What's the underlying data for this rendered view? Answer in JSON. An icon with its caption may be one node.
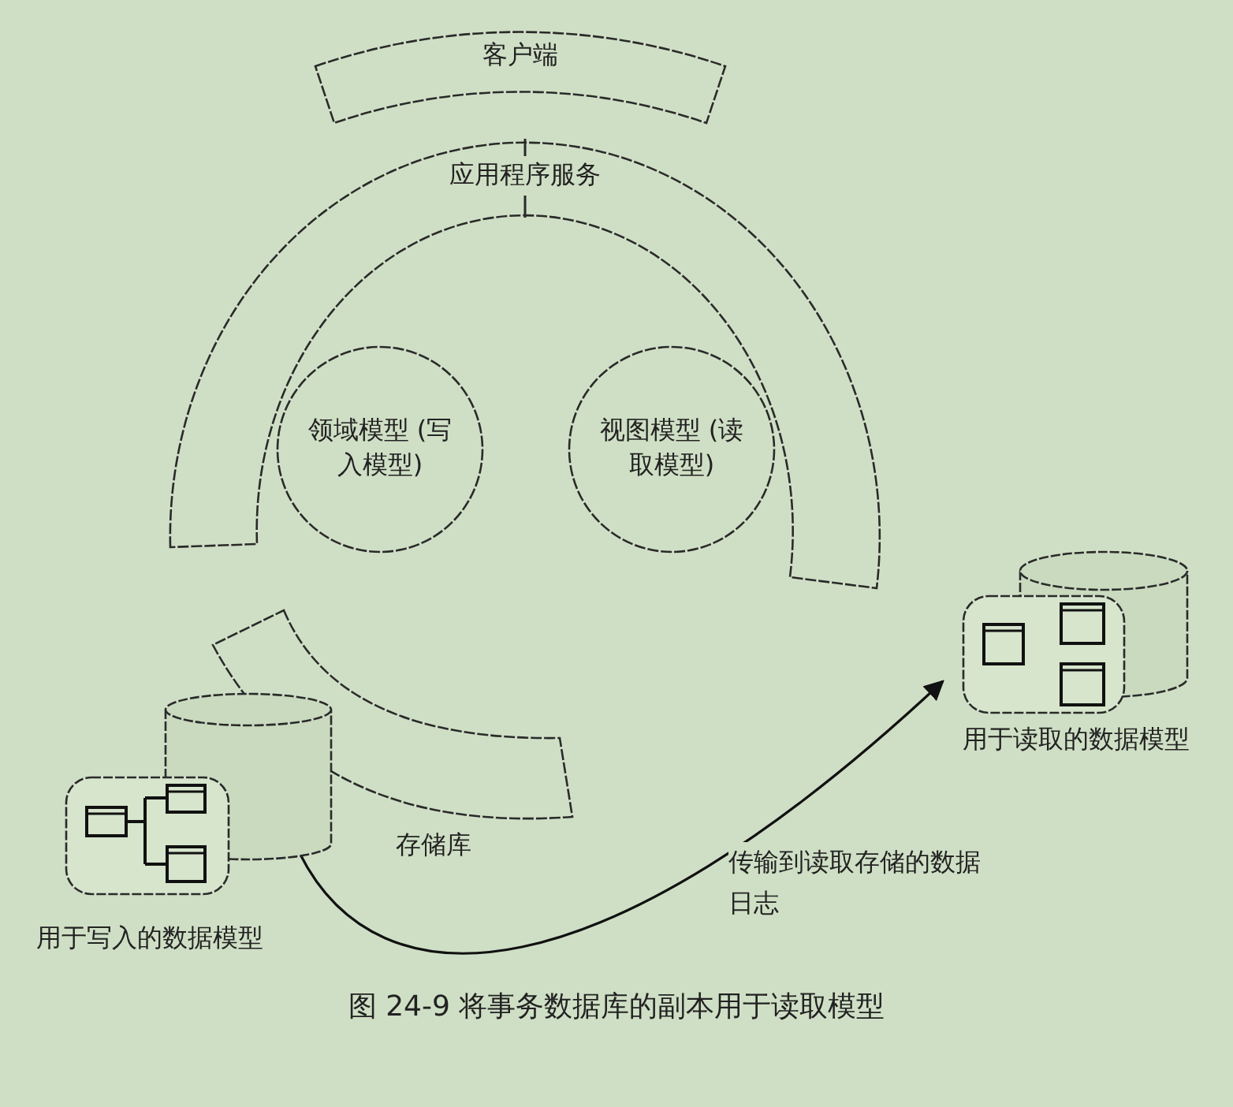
{
  "diagram": {
    "caption": "图 24-9 将事务数据库的副本用于读取模型",
    "nodes": [
      {
        "text": [
          "客户端"
        ]
      },
      {
        "text": [
          "应用程序服务"
        ]
      },
      {
        "text": [
          "领域模型 (写入模型)"
        ]
      },
      {
        "text": [
          "视图模型 (读取模型)"
        ]
      },
      {
        "text": [],
        "shape": "band",
        "beside": [
          "存储库"
        ]
      },
      {
        "text": [],
        "shape": "cylinder",
        "beside": [
          "用于写入的数据模型"
        ]
      },
      {
        "text": [],
        "shape": "cylinder",
        "beside": [
          "用于读取的数据模型"
        ]
      }
    ],
    "edges": [
      {
        "from": 5,
        "to": 6,
        "arrow": "to",
        "label": "传输到读取存储的数据日志"
      }
    ]
  }
}
